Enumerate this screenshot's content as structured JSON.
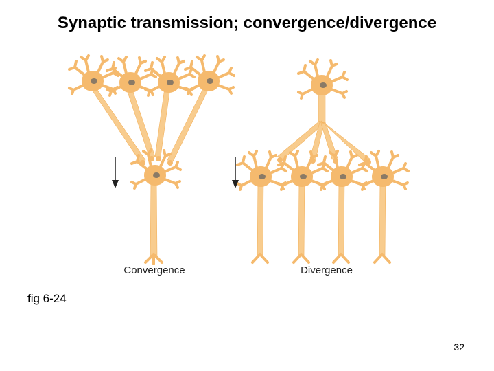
{
  "title": "Synaptic transmission; convergence/divergence",
  "diagram": {
    "convergence_label": "Convergence",
    "divergence_label": "Divergence"
  },
  "colors": {
    "neuron_fill": "#f5ba6e",
    "axon_fill": "#f8cc8e",
    "nucleus": "#8a7a66",
    "arrow": "#222222"
  },
  "figure_ref": "fig 6-24",
  "page_number": "32"
}
